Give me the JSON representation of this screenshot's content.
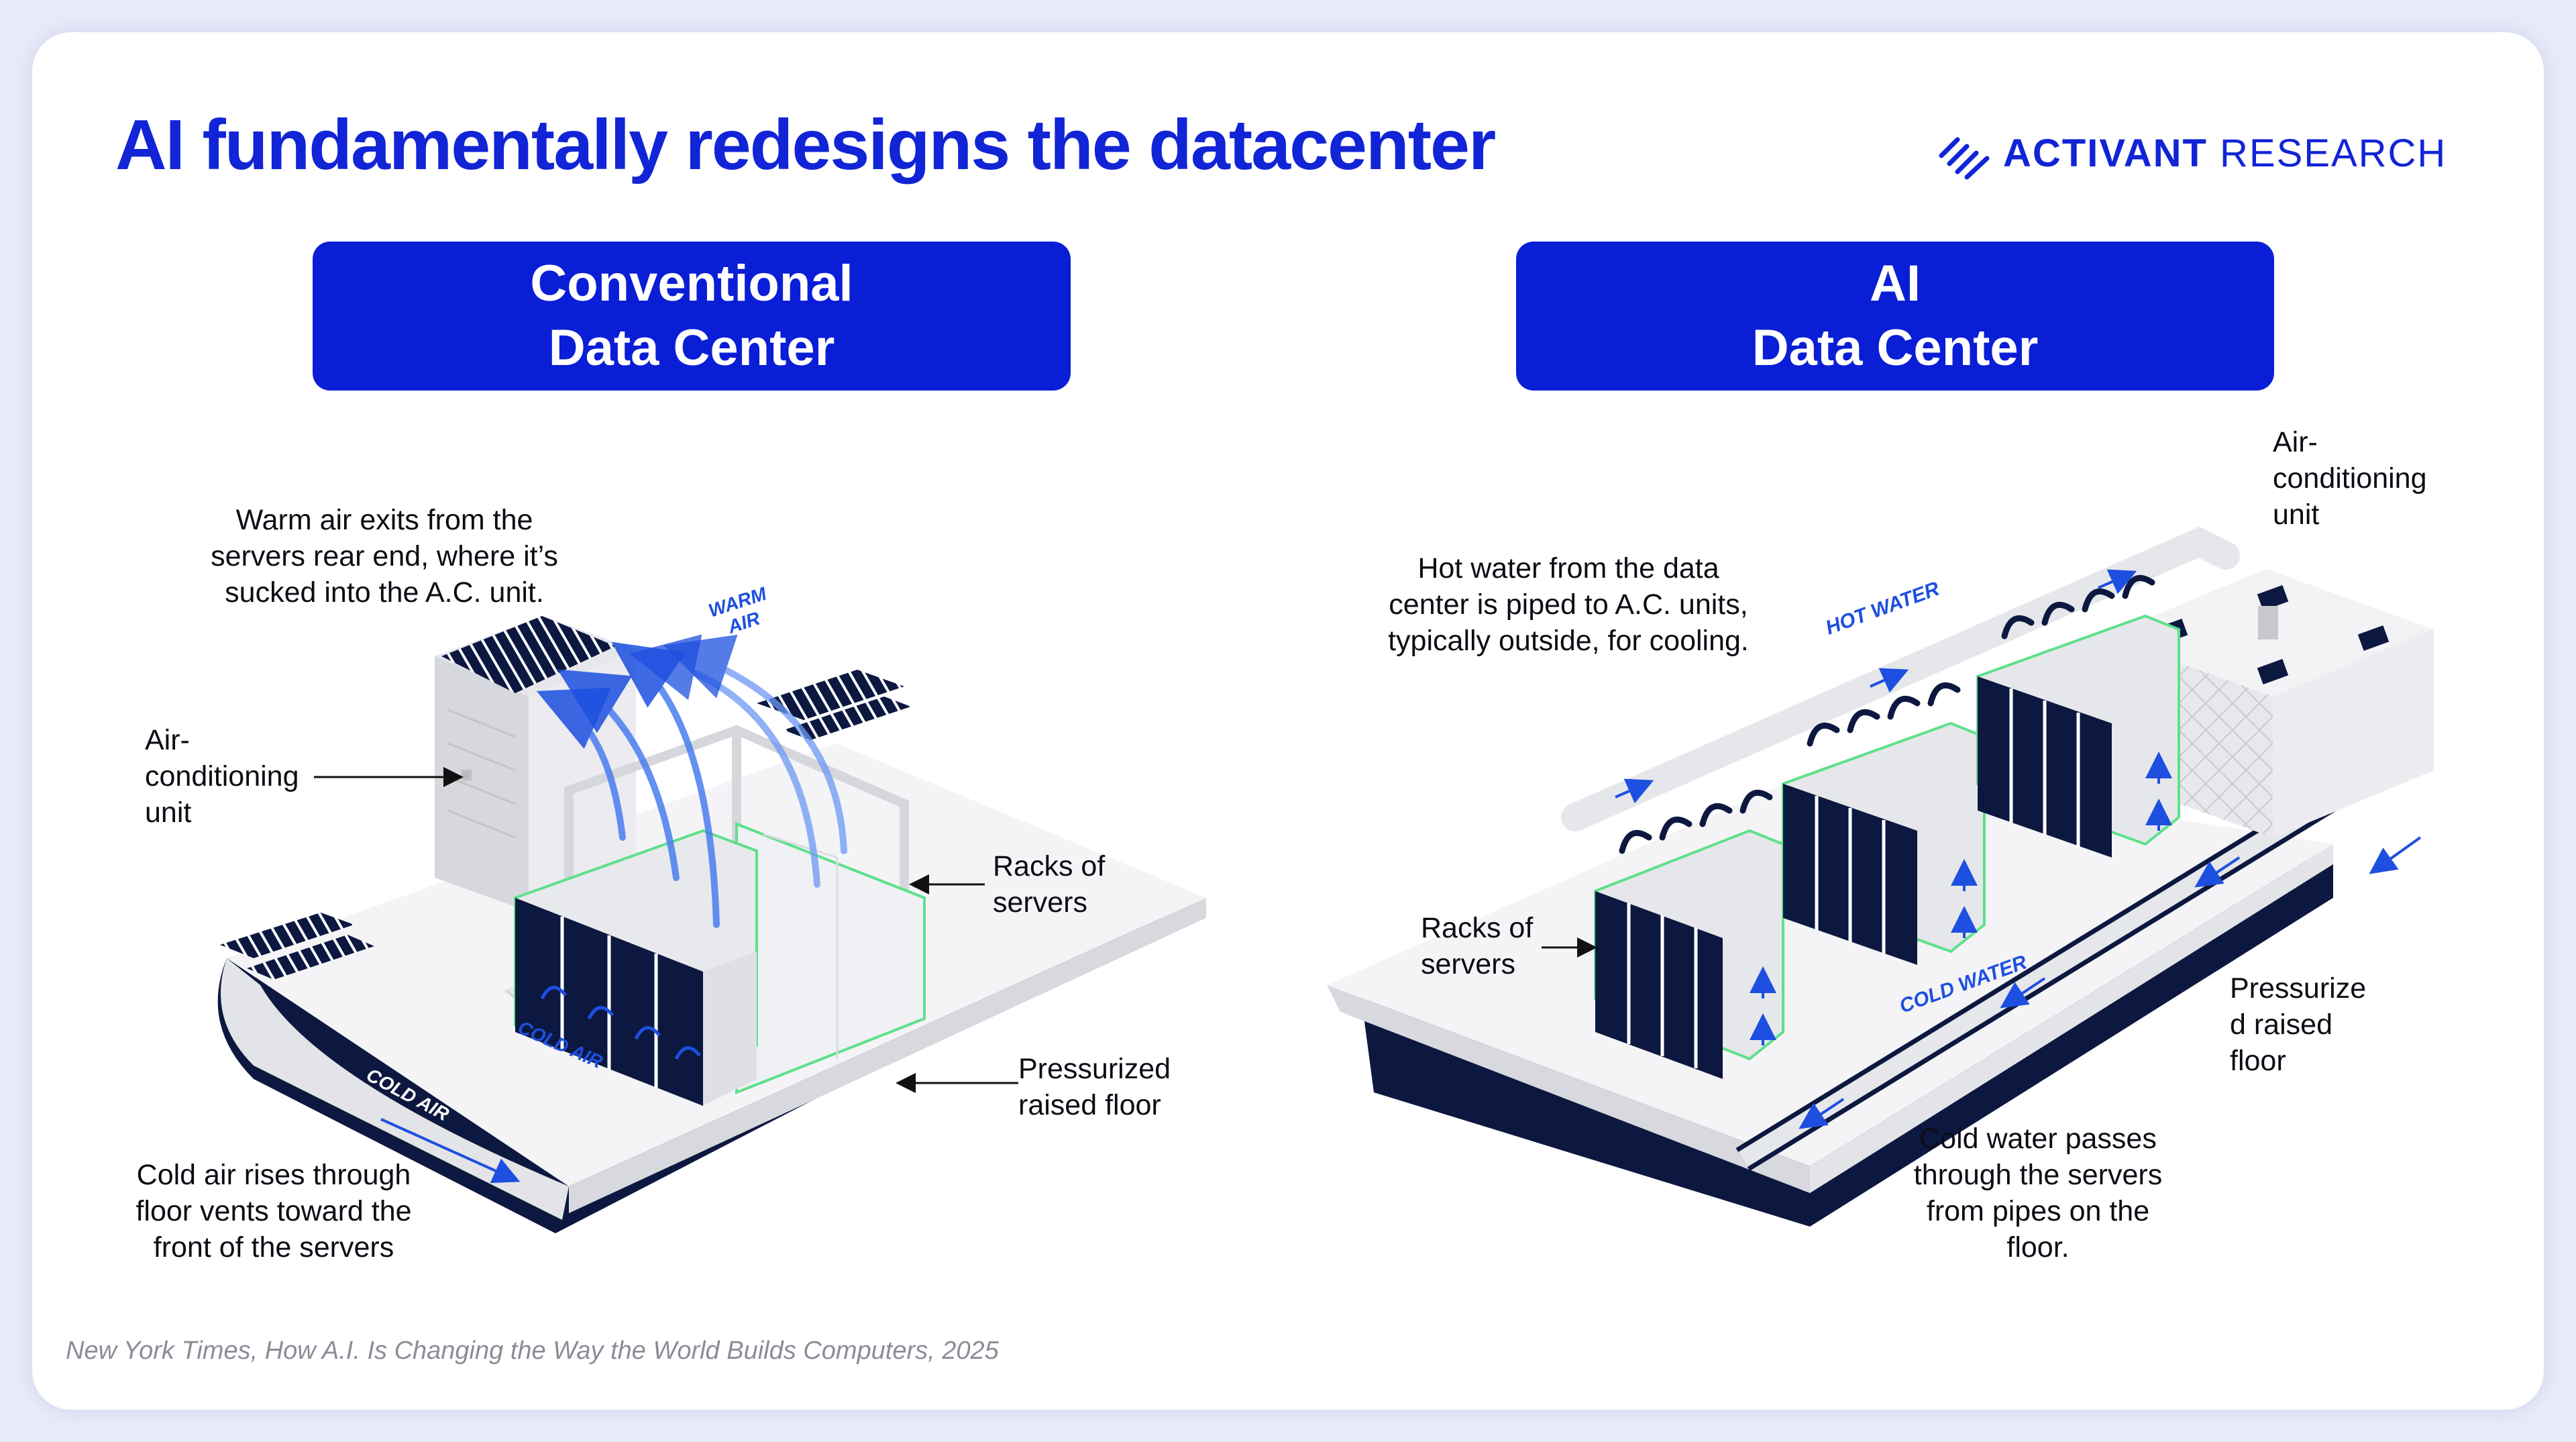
{
  "header": {
    "title": "AI fundamentally redesigns the datacenter",
    "brand_primary": "ACTIVANT",
    "brand_secondary": " RESEARCH"
  },
  "panels": {
    "conventional": {
      "title_line1": "Conventional",
      "title_line2": "Data Center",
      "labels": {
        "warm_air": [
          "Warm air exits from the",
          "servers rear end, where it’s",
          "sucked into the A.C. unit."
        ],
        "ac_unit": [
          "Air-",
          "conditioning",
          "unit"
        ],
        "racks": [
          "Racks of",
          "servers"
        ],
        "floor": [
          "Pressurized",
          "raised floor"
        ],
        "cold_air": [
          "Cold air rises through",
          "floor vents toward the",
          "front of the servers"
        ]
      },
      "flow_tags": {
        "warm": [
          "WARM",
          "AIR"
        ],
        "cold_floor": "COLD AIR",
        "cold_rack": "COLD AIR"
      }
    },
    "ai": {
      "title_line1": "AI",
      "title_line2": "Data Center",
      "labels": {
        "hot_water": [
          "Hot water from the data",
          "center is piped to A.C. units,",
          "typically outside, for cooling."
        ],
        "ac_unit": [
          "Air-",
          "conditioning",
          "unit"
        ],
        "racks": [
          "Racks of",
          "servers"
        ],
        "floor": [
          "Pressurize",
          "d raised",
          "floor"
        ],
        "cold_water": [
          "Cold water passes",
          "through the servers",
          "from pipes on the",
          "floor."
        ]
      },
      "flow_tags": {
        "hot": "HOT WATER",
        "cold": "COLD WATER"
      }
    }
  },
  "source": "New York Times, How A.I. Is Changing the Way the World Builds Computers, 2025",
  "colors": {
    "accent": "#1124d6",
    "panel": "#0a1ed6",
    "navy": "#0d1840",
    "flow": "#1d4fe0",
    "rack_outline": "#5fe08a"
  }
}
